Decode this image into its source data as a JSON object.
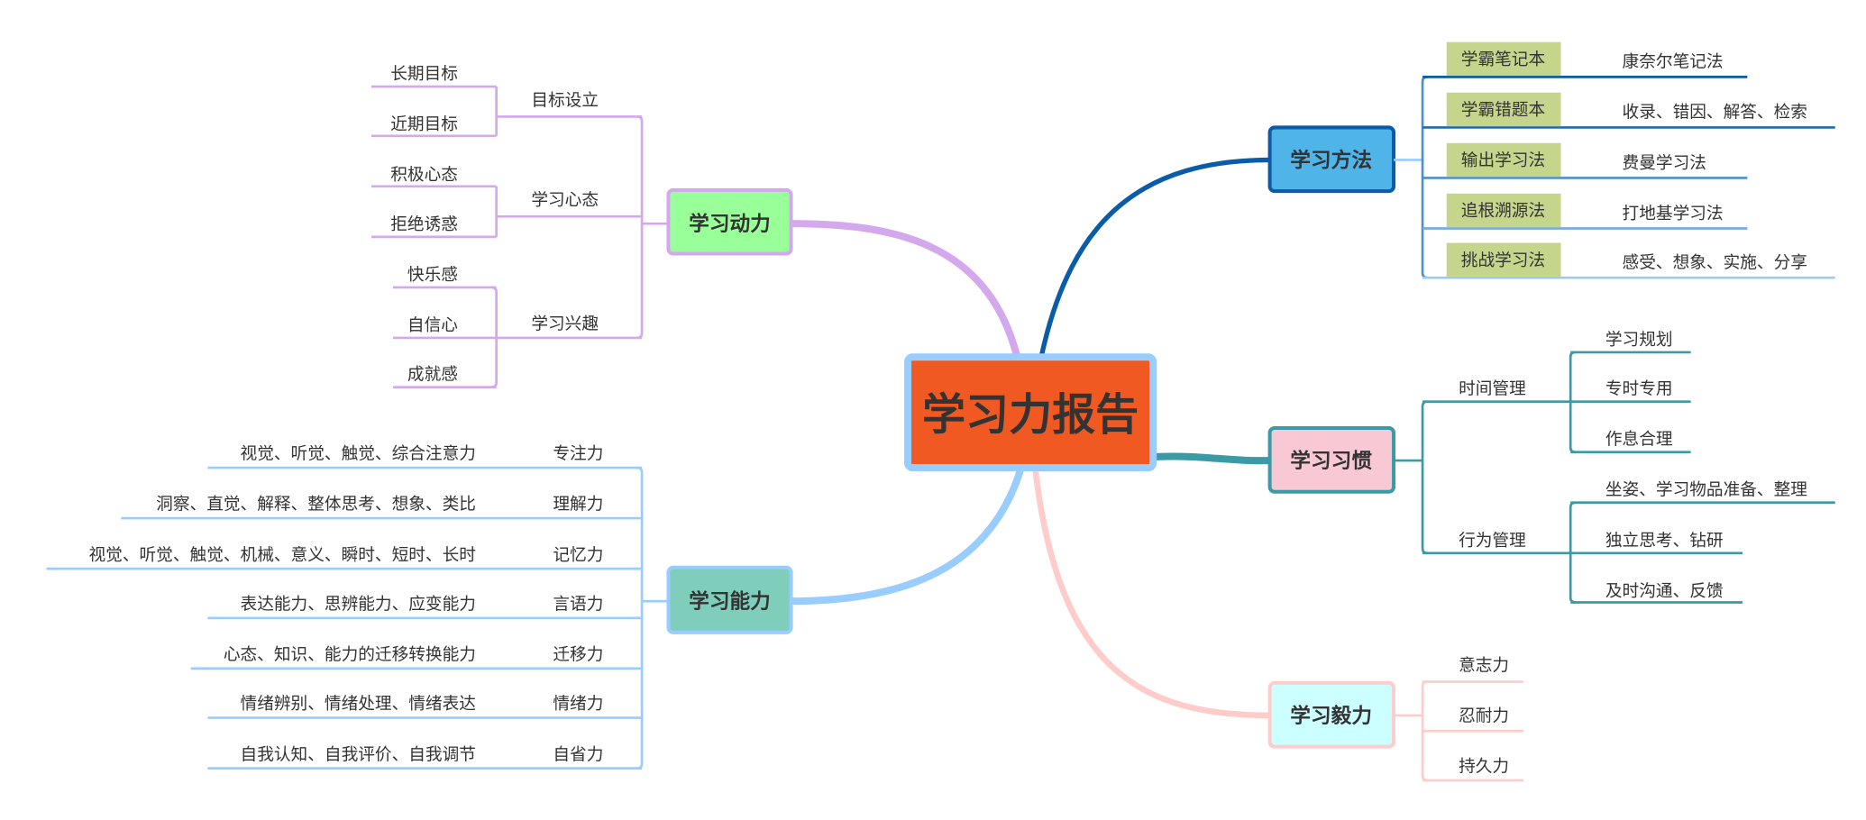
{
  "root": {
    "label": "学习力报告",
    "fill": "#F05A22",
    "border": "#99CCFF"
  },
  "methods": {
    "label": "学习方法",
    "items": [
      {
        "name": "学霸笔记本",
        "detail": "康奈尔笔记法"
      },
      {
        "name": "学霸错题本",
        "detail": "收录、错因、解答、检索"
      },
      {
        "name": "输出学习法",
        "detail": "费曼学习法"
      },
      {
        "name": "追根溯源法",
        "detail": "打地基学习法"
      },
      {
        "name": "挑战学习法",
        "detail": "感受、想象、实施、分享"
      }
    ]
  },
  "habits": {
    "label": "学习习惯",
    "groups": [
      {
        "name": "时间管理",
        "items": [
          "学习规划",
          "专时专用",
          "作息合理"
        ]
      },
      {
        "name": "行为管理",
        "items": [
          "坐姿、学习物品准备、整理",
          "独立思考、钻研",
          "及时沟通、反馈"
        ]
      }
    ]
  },
  "perseverance": {
    "label": "学习毅力",
    "items": [
      "意志力",
      "忍耐力",
      "持久力"
    ]
  },
  "motivation": {
    "label": "学习动力",
    "groups": [
      {
        "name": "目标设立",
        "items": [
          "长期目标",
          "近期目标"
        ]
      },
      {
        "name": "学习心态",
        "items": [
          "积极心态",
          "拒绝诱惑"
        ]
      },
      {
        "name": "学习兴趣",
        "items": [
          "快乐感",
          "自信心",
          "成就感"
        ]
      }
    ]
  },
  "ability": {
    "label": "学习能力",
    "items": [
      {
        "name": "专注力",
        "detail": "视觉、听觉、触觉、综合注意力"
      },
      {
        "name": "理解力",
        "detail": "洞察、直觉、解释、整体思考、想象、类比"
      },
      {
        "name": "记忆力",
        "detail": "视觉、听觉、触觉、机械、意义、瞬时、短时、长时"
      },
      {
        "name": "言语力",
        "detail": "表达能力、思辨能力、应变能力"
      },
      {
        "name": "迁移力",
        "detail": "心态、知识、能力的迁移转换能力"
      },
      {
        "name": "情绪力",
        "detail": "情绪辨别、情绪处理、情绪表达"
      },
      {
        "name": "自省力",
        "detail": "自我认知、自我评价、自我调节"
      }
    ]
  }
}
